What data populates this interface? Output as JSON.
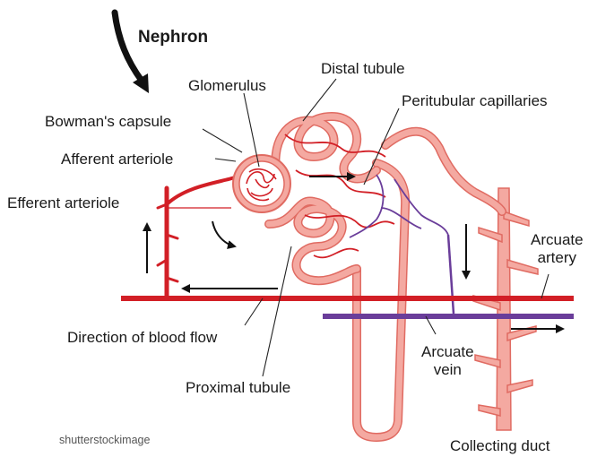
{
  "title": "Nephron",
  "labels": {
    "distal_tubule": "Distal tubule",
    "glomerulus": "Glomerulus",
    "peritubular_capillaries": "Peritubular capillaries",
    "bowmans_capsule": "Bowman's capsule",
    "afferent_arteriole": "Afferent arteriole",
    "efferent_arteriole": "Efferent arteriole",
    "arcuate_artery_1": "Arcuate",
    "arcuate_artery_2": "artery",
    "direction_of_blood_flow": "Direction of blood flow",
    "arcuate_vein_1": "Arcuate",
    "arcuate_vein_2": "vein",
    "proximal_tubule": "Proximal tubule",
    "collecting_duct": "Collecting duct"
  },
  "watermark": "shutterstockimage",
  "colors": {
    "artery": "#d21f26",
    "vein": "#6a3d9a",
    "tubule_fill": "#f4a9a1",
    "tubule_outline": "#e06b62",
    "text": "#1a1a1a"
  }
}
